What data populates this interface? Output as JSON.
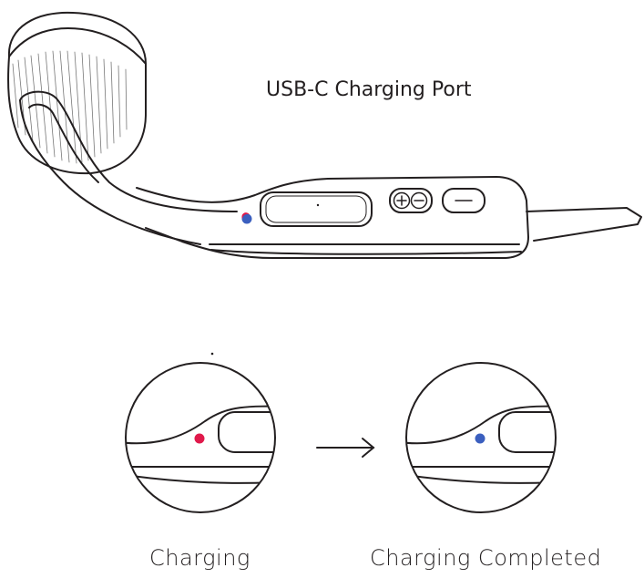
{
  "diagram": {
    "title": "USB-C Charging Port",
    "states": [
      {
        "label": "Charging",
        "led_color": "#e0194b"
      },
      {
        "label": "Charging Completed",
        "led_color": "#3b5fbf"
      }
    ],
    "button_symbols": {
      "volume": "+⊖",
      "function": "−"
    },
    "colors": {
      "line": "#231f20",
      "led_red": "#e0194b",
      "led_blue": "#3b5fbf"
    }
  }
}
